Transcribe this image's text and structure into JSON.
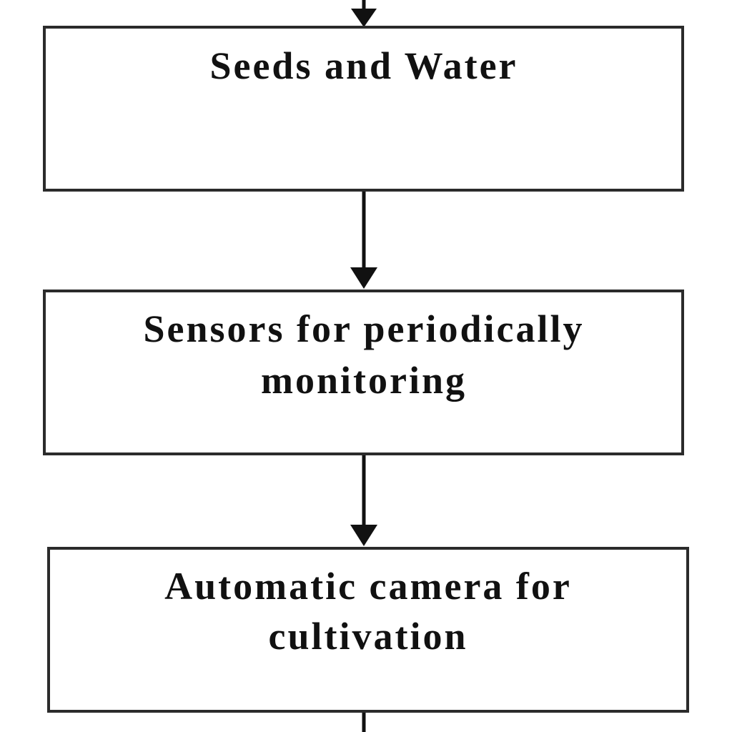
{
  "diagram": {
    "boxes": [
      {
        "lines": [
          "Seeds and Water"
        ]
      },
      {
        "lines": [
          "Sensors for periodically",
          "monitoring"
        ]
      },
      {
        "lines": [
          "Automatic camera for",
          "cultivation"
        ]
      }
    ]
  }
}
